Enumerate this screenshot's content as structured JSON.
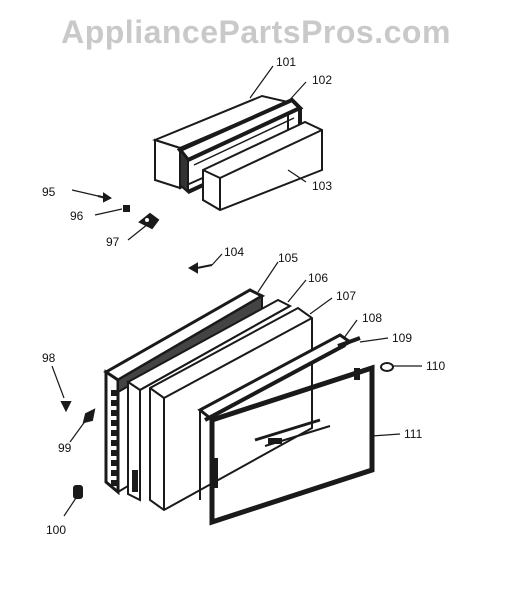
{
  "watermark": "AppliancePartsPros.com",
  "part_numbers": [
    "101",
    "102",
    "103",
    "95",
    "96",
    "97",
    "104",
    "105",
    "106",
    "107",
    "108",
    "109",
    "110",
    "111",
    "98",
    "99",
    "100"
  ],
  "colors": {
    "ink": "#1a1a1a",
    "watermark": "#c9c9c9"
  }
}
